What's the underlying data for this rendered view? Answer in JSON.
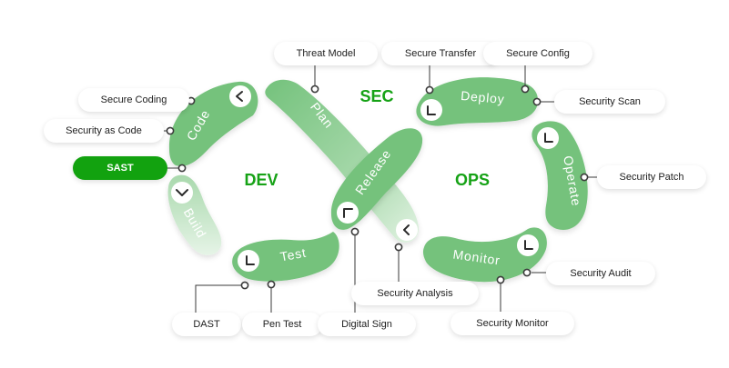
{
  "hubs": {
    "dev": "DEV",
    "sec": "SEC",
    "ops": "OPS"
  },
  "segments": {
    "code": "Code",
    "build": "Build",
    "test": "Test",
    "plan": "Plan",
    "release": "Release",
    "deploy": "Deploy",
    "operate": "Operate",
    "monitor": "Monitor"
  },
  "practices": {
    "threat_model": "Threat Model",
    "secure_transfer": "Secure Transfer",
    "secure_config": "Secure Config",
    "secure_coding": "Secure Coding",
    "security_scan": "Security Scan",
    "security_as_code": "Security as Code",
    "sast": "SAST",
    "security_patch": "Security Patch",
    "security_analysis": "Security Analysis",
    "security_audit": "Security Audit",
    "dast": "DAST",
    "pen_test": "Pen Test",
    "digital_sign": "Digital Sign",
    "security_monitor": "Security Monitor"
  },
  "colors": {
    "segment": "#74c27c",
    "segment_light": "#9fd5a4",
    "hub_text": "#16a216",
    "active_pill": "#12a20f"
  }
}
